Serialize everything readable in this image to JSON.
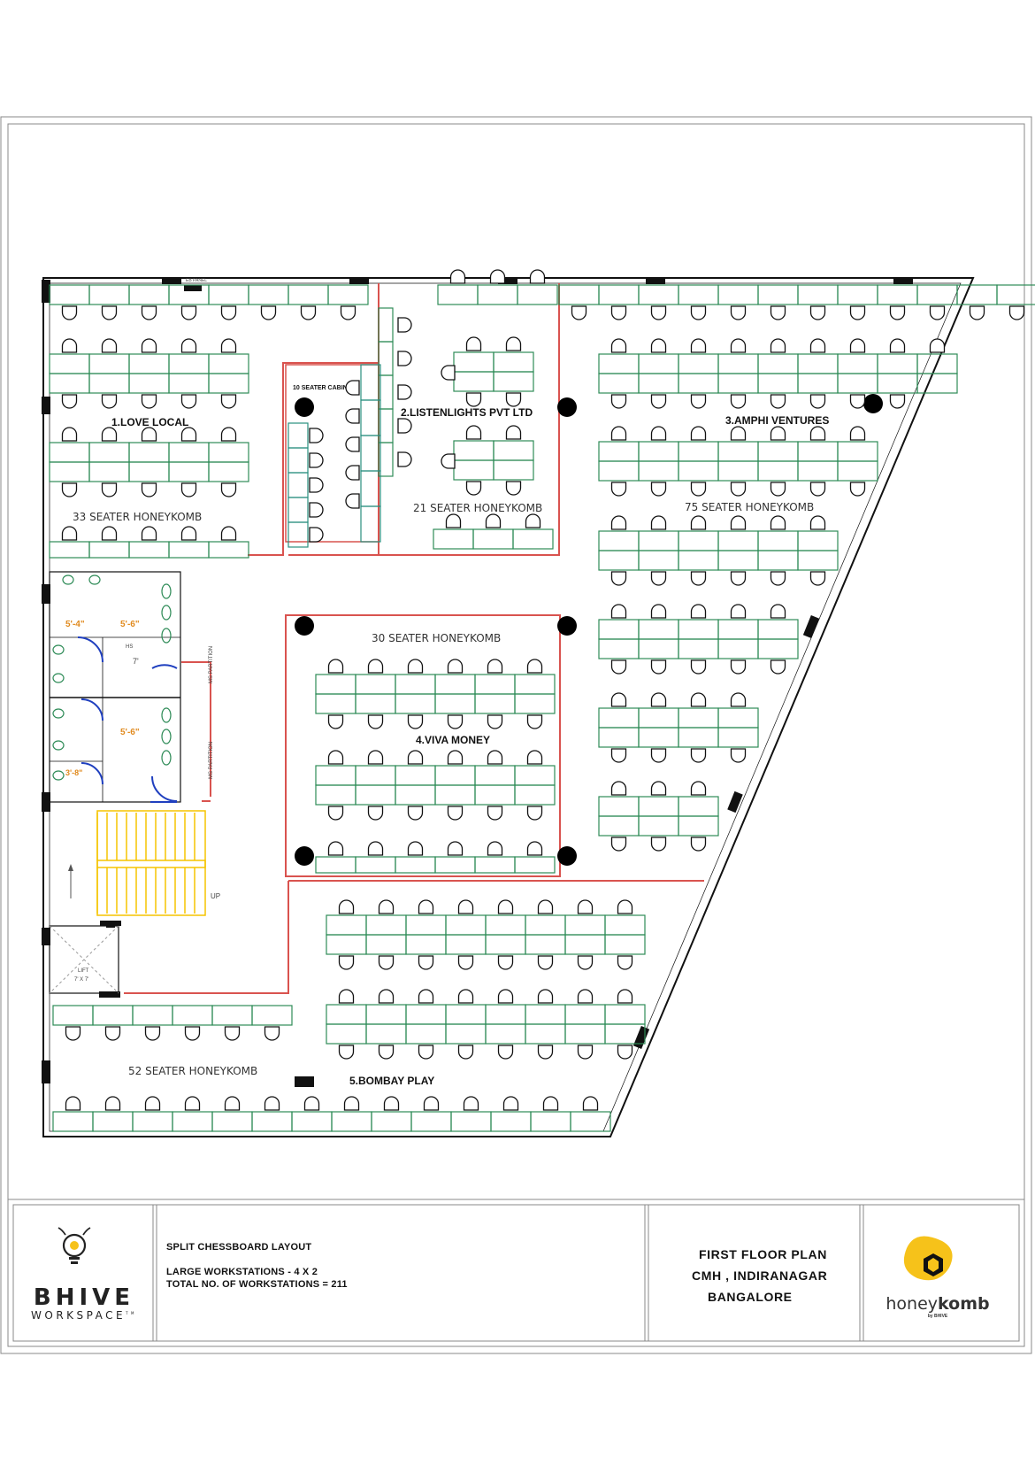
{
  "rooms": [
    {
      "name": "1.LOVE LOCAL",
      "capacity": "33 SEATER HONEYKOMB"
    },
    {
      "name": "2.LISTENLIGHTS PVT LTD",
      "capacity": "21 SEATER HONEYKOMB"
    },
    {
      "name": "3.AMPHI VENTURES",
      "capacity": "75 SEATER HONEYKOMB"
    },
    {
      "name": "4.VIVA MONEY",
      "capacity": "30 SEATER HONEYKOMB"
    },
    {
      "name": "5.BOMBAY PLAY",
      "capacity": "52 SEATER HONEYKOMB"
    }
  ],
  "cabin_label": "10 SEATER CABIN",
  "service_labels": {
    "ms_partition": "MS PARTITION",
    "stair_up": "UP",
    "lift": "LIFT",
    "lift_size": "7' X 7'",
    "hs": "HS",
    "eb_panel": "EB PANEL"
  },
  "dimensions": {
    "d1": "5'-4\"",
    "d2": "5'-6\"",
    "d3": "7'",
    "d4": "5'-6\"",
    "d5": "3'-8\""
  },
  "title_block": {
    "brand": {
      "name": "BHIVE",
      "sub": "WORKSPACE",
      "tm": "TM"
    },
    "notes": [
      "SPLIT CHESSBOARD LAYOUT",
      "LARGE WORKSTATIONS - 4 X 2",
      "TOTAL NO. OF WORKSTATIONS = 211"
    ],
    "project": [
      "FIRST  FLOOR PLAN",
      "CMH , INDIRANAGAR",
      "BANGALORE"
    ],
    "logo2": {
      "name_a": "honey",
      "name_b": "komb",
      "sub": "by BHIVE"
    }
  },
  "colors": {
    "desk": "#2e8b57",
    "chair": "#111111",
    "partition": "#d9534f",
    "wall": "#111111",
    "stairs": "#f5c400",
    "door": "#1f3fbf",
    "fixture": "#2e8b57",
    "logo_yellow": "#f6c21a"
  }
}
